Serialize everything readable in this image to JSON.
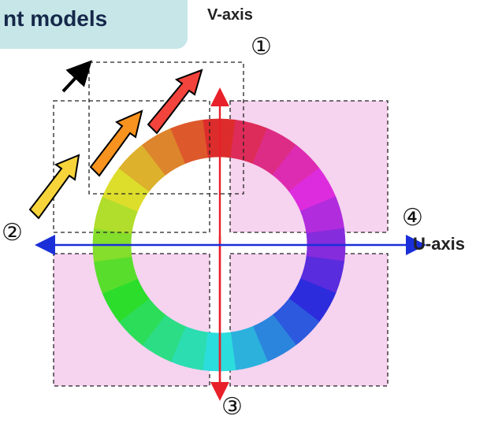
{
  "title": "nt models",
  "axes": {
    "v_label": "V-axis",
    "u_label": "U-axis"
  },
  "markers": [
    "①",
    "②",
    "③",
    "④"
  ],
  "colors": {
    "banner": "#c6e6e8",
    "quadrant_fill": "#f6d3ef",
    "v_axis": "#e8202a",
    "u_axis": "#1a2fd8"
  }
}
